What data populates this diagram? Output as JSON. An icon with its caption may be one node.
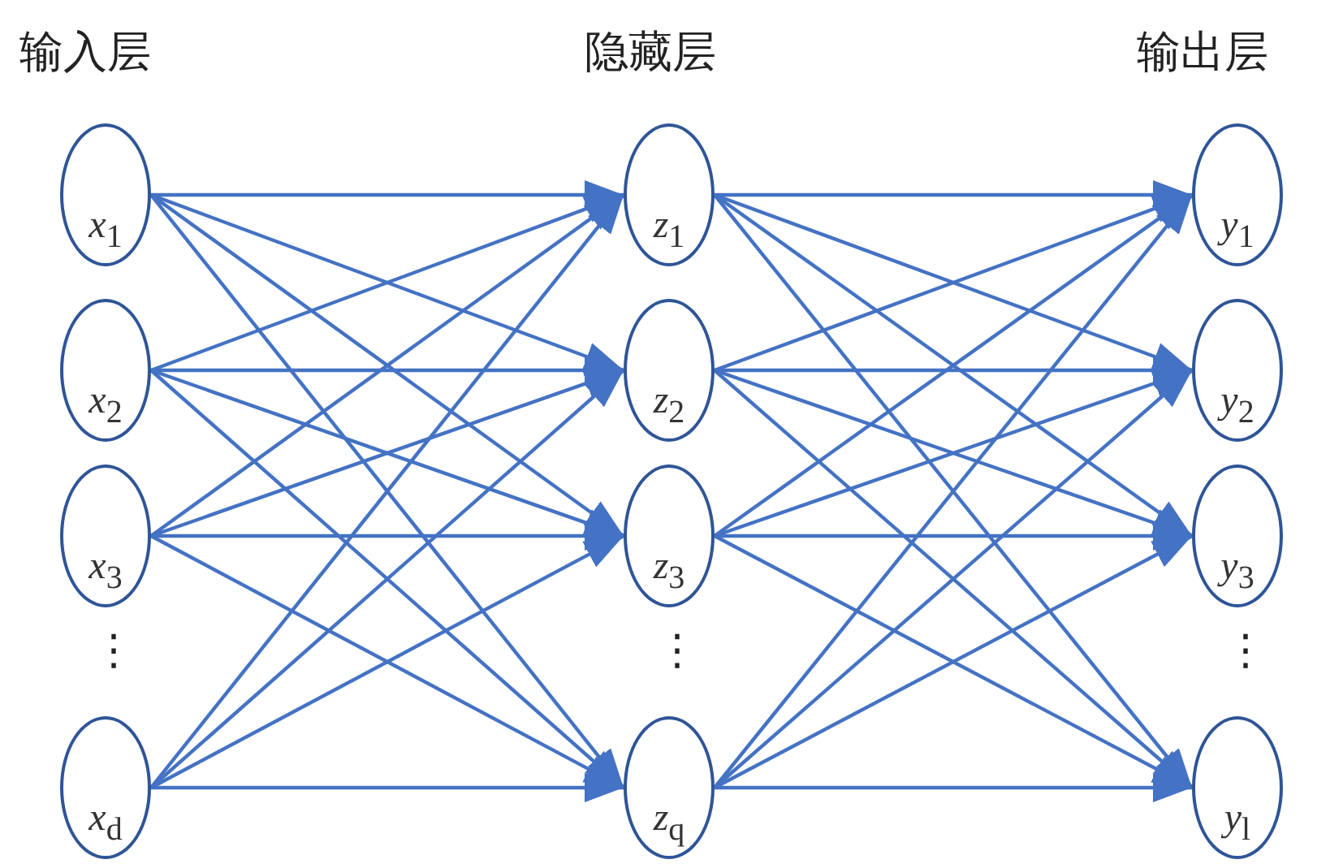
{
  "diagram": {
    "nodes": [
      {
        "text": [
          "*x*$_{1}$"
        ]
      },
      {
        "text": [
          "*x*$_{2}$"
        ]
      },
      {
        "text": [
          "*x*$_{3}$"
        ]
      },
      {
        "text": [
          "*x*$_{d}$"
        ]
      },
      {
        "text": [
          "*z*$_{1}$"
        ]
      },
      {
        "text": [
          "*z*$_{2}$"
        ]
      },
      {
        "text": [
          "*z*$_{3}$"
        ]
      },
      {
        "text": [
          "*z*$_{q}$"
        ]
      },
      {
        "text": [
          "*y*$_{1}$"
        ]
      },
      {
        "text": [
          "*y*$_{2}$"
        ]
      },
      {
        "text": [
          "*y*$_{3}$"
        ]
      },
      {
        "text": [
          "*y*$_{l}$"
        ]
      }
    ],
    "edges": [
      {
        "from": 0,
        "to": 4,
        "arrow": "to"
      },
      {
        "from": 0,
        "to": 5,
        "arrow": "to"
      },
      {
        "from": 0,
        "to": 6,
        "arrow": "to"
      },
      {
        "from": 0,
        "to": 7,
        "arrow": "to"
      },
      {
        "from": 1,
        "to": 4,
        "arrow": "to"
      },
      {
        "from": 1,
        "to": 5,
        "arrow": "to"
      },
      {
        "from": 1,
        "to": 6,
        "arrow": "to"
      },
      {
        "from": 1,
        "to": 7,
        "arrow": "to"
      },
      {
        "from": 2,
        "to": 4,
        "arrow": "to"
      },
      {
        "from": 2,
        "to": 5,
        "arrow": "to"
      },
      {
        "from": 2,
        "to": 6,
        "arrow": "to"
      },
      {
        "from": 2,
        "to": 7,
        "arrow": "to"
      },
      {
        "from": 3,
        "to": 4,
        "arrow": "to"
      },
      {
        "from": 3,
        "to": 5,
        "arrow": "to"
      },
      {
        "from": 3,
        "to": 6,
        "arrow": "to"
      },
      {
        "from": 3,
        "to": 7,
        "arrow": "to"
      },
      {
        "from": 4,
        "to": 8,
        "arrow": "to"
      },
      {
        "from": 4,
        "to": 9,
        "arrow": "to"
      },
      {
        "from": 4,
        "to": 10,
        "arrow": "to"
      },
      {
        "from": 4,
        "to": 11,
        "arrow": "to"
      },
      {
        "from": 5,
        "to": 8,
        "arrow": "to"
      },
      {
        "from": 5,
        "to": 9,
        "arrow": "to"
      },
      {
        "from": 5,
        "to": 10,
        "arrow": "to"
      },
      {
        "from": 5,
        "to": 11,
        "arrow": "to"
      },
      {
        "from": 6,
        "to": 8,
        "arrow": "to"
      },
      {
        "from": 6,
        "to": 9,
        "arrow": "to"
      },
      {
        "from": 6,
        "to": 10,
        "arrow": "to"
      },
      {
        "from": 6,
        "to": 11,
        "arrow": "to"
      },
      {
        "from": 7,
        "to": 8,
        "arrow": "to"
      },
      {
        "from": 7,
        "to": 9,
        "arrow": "to"
      },
      {
        "from": 7,
        "to": 10,
        "arrow": "to"
      },
      {
        "from": 7,
        "to": 11,
        "arrow": "to"
      }
    ],
    "labels": [
      "输入层",
      "隐藏层",
      "输出层",
      "⋮",
      "⋮",
      "⋮"
    ]
  }
}
